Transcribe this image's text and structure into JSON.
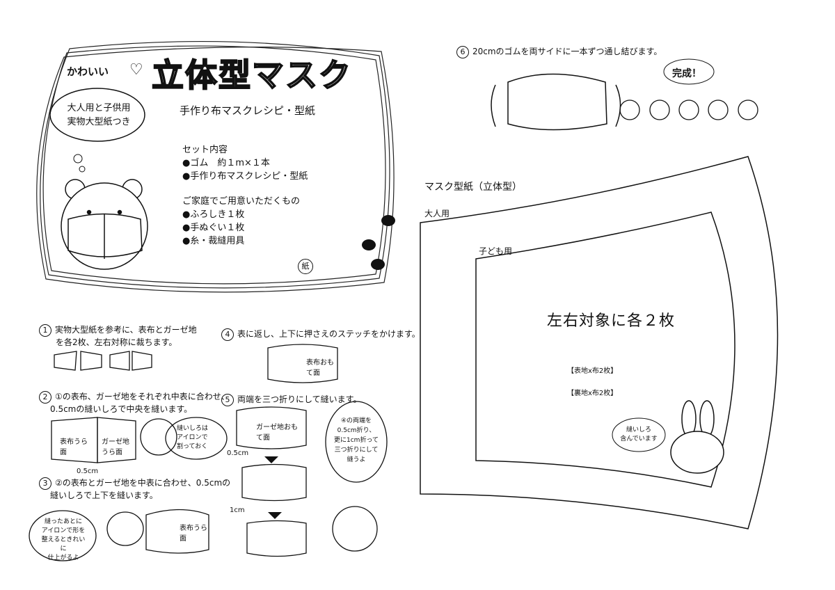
{
  "header": {
    "kawaii": "かわいい",
    "title": "立体型マスク",
    "subtitle": "手作り布マスクレシピ・型紙",
    "bubble": [
      "大人用と子供用",
      "実物大型紙つき"
    ]
  },
  "set": {
    "heading": "セット内容",
    "items": [
      "●ゴム　約１m×１本",
      "●手作り布マスクレシピ・型紙"
    ]
  },
  "home": {
    "heading": "ご家庭でご用意いただくもの",
    "items": [
      "●ふろしき１枚",
      "●手ぬぐい１枚",
      "●糸・裁縫用具"
    ]
  },
  "logo": "紙",
  "step6": {
    "num": "6",
    "text": "20cmのゴムを両サイドに一本ずつ通し結びます。",
    "done": "完成！"
  },
  "pattern": {
    "title": "マスク型紙（立体型）",
    "adult": "大人用",
    "child": "子ども用",
    "center": "左右対象に各２枚",
    "front": "【表地x布2枚】",
    "back": "【裏地x布2枚】",
    "bunny_note": [
      "縫いしろ",
      "含んでいます"
    ]
  },
  "steps": [
    {
      "num": "1",
      "lines": [
        "実物大型紙を参考に、表布とガーゼ地",
        "を各2枚、左右対称に裁ちます。"
      ]
    },
    {
      "num": "2",
      "lines": [
        "①の表布、ガーゼ地をそれぞれ中表に合わせ、",
        "0.5cmの縫いしろで中央を縫います。"
      ],
      "labels": [
        "表布うら面",
        "ガーゼ地うら面",
        "0.5cm"
      ],
      "note": [
        "縫いしろは",
        "アイロンで",
        "割っておく"
      ]
    },
    {
      "num": "3",
      "lines": [
        "②の表布とガーゼ地を中表に合わせ、0.5cmの",
        "縫いしろで上下を縫います。"
      ],
      "labels": [
        "表布うら面"
      ],
      "note": [
        "縫ったあとに",
        "アイロンで形を",
        "整えるときれいに",
        "仕上がるよ"
      ]
    },
    {
      "num": "4",
      "lines": [
        "表に返し、上下に押さえのステッチをかけます。"
      ],
      "labels": [
        "表布おもて面"
      ]
    },
    {
      "num": "5",
      "lines": [
        "両端を三つ折りにして縫います。"
      ],
      "labels": [
        "ガーゼ地おもて面",
        "0.5cm",
        "1cm"
      ],
      "note": [
        "④の両端を",
        "0.5cm折り、",
        "更に1cm折って",
        "三つ折りにして",
        "縫うよ"
      ]
    }
  ]
}
